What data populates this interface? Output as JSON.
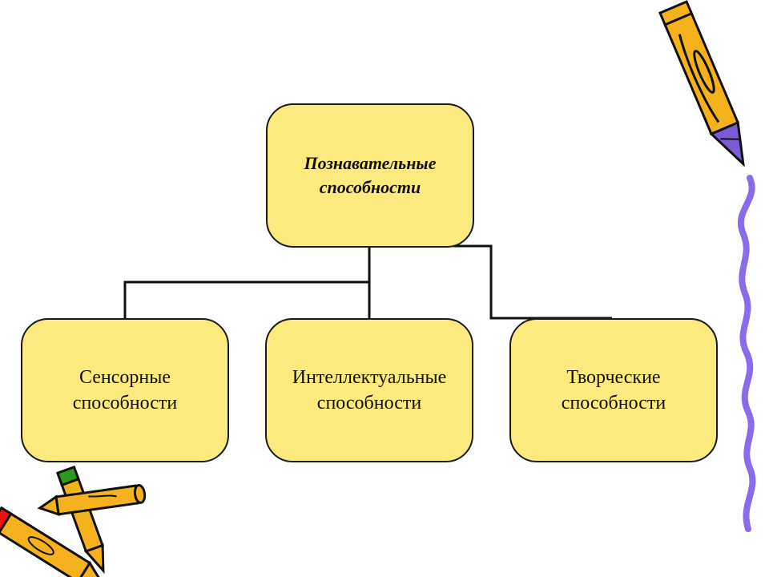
{
  "diagram": {
    "root": {
      "label": "Познавательные\nспособности"
    },
    "children": [
      {
        "label": "Сенсорные\nспособности"
      },
      {
        "label": "Интеллектуальные\nспособности"
      },
      {
        "label": "Творческие\nспособности"
      }
    ]
  },
  "decorations": {
    "icons": [
      "pencil-icon",
      "crayon-icon",
      "squiggle-line"
    ],
    "colors": {
      "box_fill": "#fdea7f",
      "pencil_body": "#f5b21c",
      "pencil_cap": "#f01010",
      "pencil_green": "#2e9a1d",
      "pencil_tip": "#7b5cd6",
      "squiggle": "#8a6bea"
    }
  }
}
